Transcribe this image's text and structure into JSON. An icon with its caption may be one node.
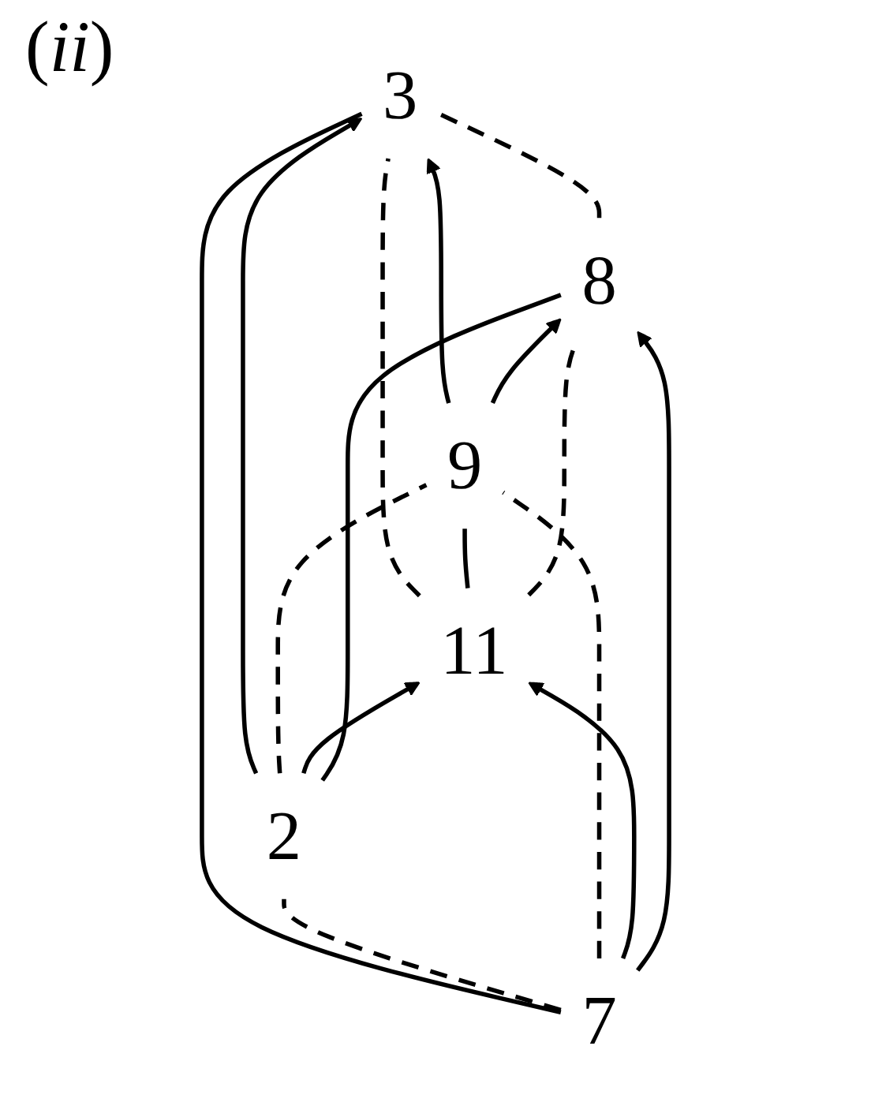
{
  "diagram": {
    "nodes": [
      {
        "text": [
          "3"
        ]
      },
      {
        "text": [
          "2"
        ]
      },
      {
        "text": [
          "9"
        ]
      },
      {
        "text": [
          "11"
        ]
      },
      {
        "text": [
          "8"
        ]
      },
      {
        "text": [
          "7"
        ]
      }
    ],
    "edges": [
      {
        "from": 1,
        "to": 0,
        "arrow": "to"
      },
      {
        "from": 2,
        "to": 0,
        "arrow": "to"
      },
      {
        "from": 1,
        "to": 2,
        "arrow": "none",
        "style": "dashed"
      },
      {
        "from": 3,
        "to": 0,
        "arrow": "none",
        "style": "dashed"
      },
      {
        "from": 5,
        "to": 0,
        "arrow": "none"
      },
      {
        "from": 4,
        "to": 0,
        "arrow": "none",
        "style": "dashed"
      },
      {
        "from": 1,
        "to": 3,
        "arrow": "to"
      },
      {
        "from": 1,
        "to": 4,
        "arrow": "none"
      },
      {
        "from": 5,
        "to": 1,
        "arrow": "none",
        "style": "dashed"
      },
      {
        "from": 3,
        "to": 2,
        "arrow": "none"
      },
      {
        "from": 5,
        "to": 2,
        "arrow": "none",
        "style": "dashed"
      },
      {
        "from": 2,
        "to": 4,
        "arrow": "to"
      },
      {
        "from": 3,
        "to": 4,
        "arrow": "none",
        "style": "dashed"
      },
      {
        "from": 5,
        "to": 3,
        "arrow": "to"
      },
      {
        "from": 5,
        "to": 4,
        "arrow": "to"
      }
    ],
    "labels": [
      "(*ii*)"
    ]
  }
}
